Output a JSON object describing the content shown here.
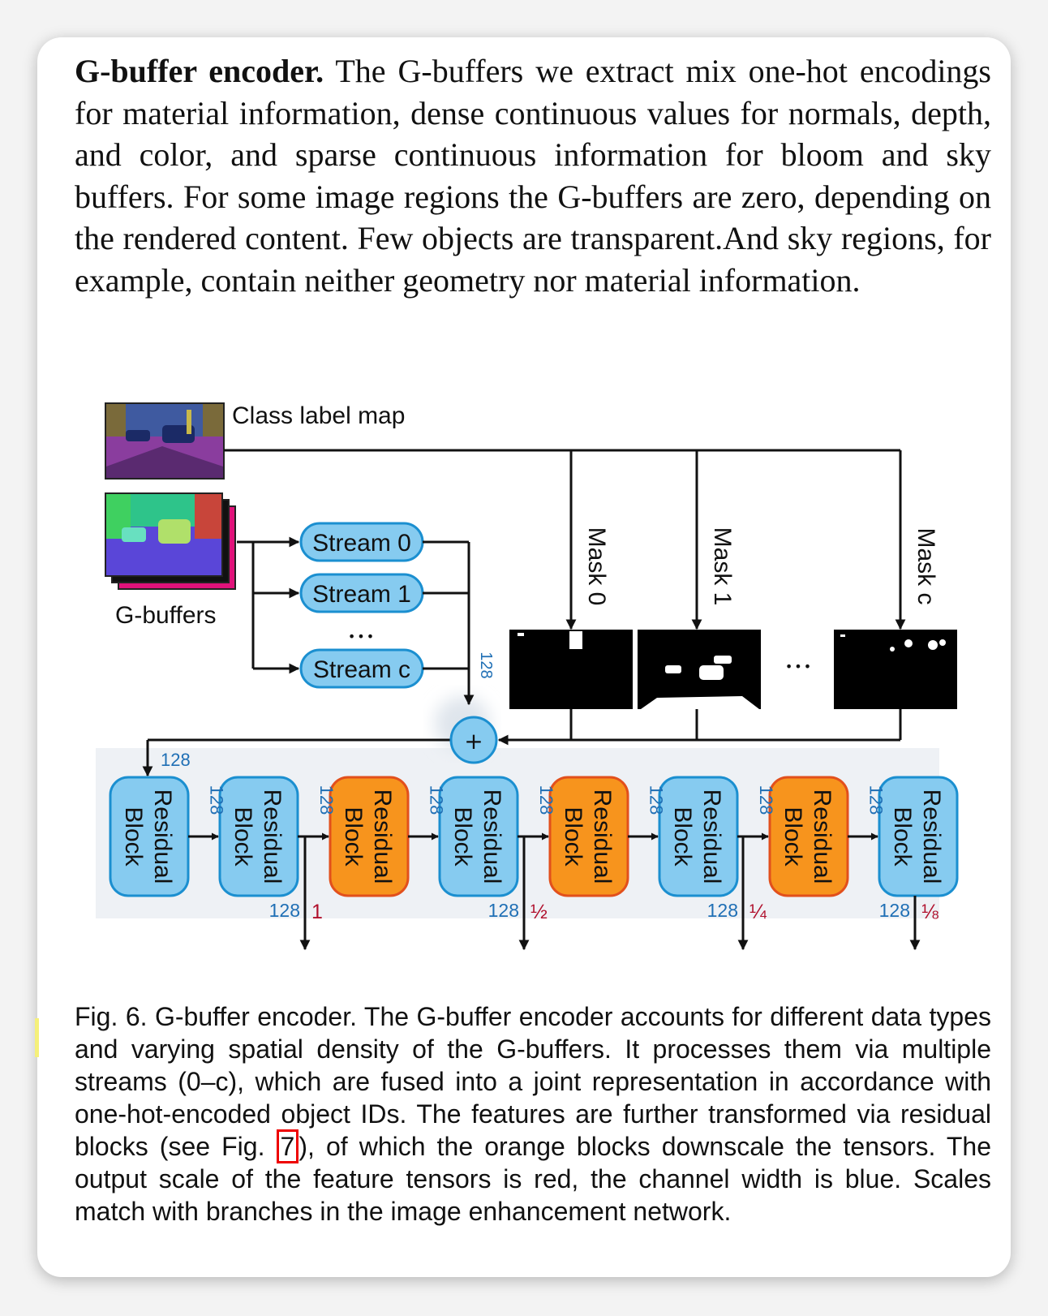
{
  "paragraph": {
    "heading": "G-buffer encoder.",
    "text": "The G-buffers we extract mix one-hot encodings for material information, dense continuous values for normals, depth, and color, and sparse continuous information for bloom and sky buffers. For some image regions the G-buffers are zero, depending on the rendered content. Few objects are transparent.And sky regions, for example, contain neither geometry nor material information."
  },
  "figure": {
    "class_label_map": "Class label map",
    "gbuffers": "G-buffers",
    "streams": [
      "Stream 0",
      "Stream 1",
      "Stream c"
    ],
    "stream_ellipsis": "•••",
    "masks": [
      "Mask 0",
      "Mask 1",
      "Mask c"
    ],
    "mask_ellipsis": "•••",
    "plus": "+",
    "stream_width": "128",
    "fused_width": "128",
    "blocks": [
      {
        "line1": "Residual",
        "line2": "Block",
        "downscale": false
      },
      {
        "line1": "Residual",
        "line2": "Block",
        "downscale": false
      },
      {
        "line1": "Residual",
        "line2": "Block",
        "downscale": true
      },
      {
        "line1": "Residual",
        "line2": "Block",
        "downscale": false
      },
      {
        "line1": "Residual",
        "line2": "Block",
        "downscale": true
      },
      {
        "line1": "Residual",
        "line2": "Block",
        "downscale": false
      },
      {
        "line1": "Residual",
        "line2": "Block",
        "downscale": true
      },
      {
        "line1": "Residual",
        "line2": "Block",
        "downscale": false
      }
    ],
    "between_widths": [
      "128",
      "128",
      "128",
      "128",
      "128",
      "128",
      "128"
    ],
    "outputs": [
      {
        "width": "128",
        "scale": "1"
      },
      {
        "width": "128",
        "scale": "½"
      },
      {
        "width": "128",
        "scale": "¼"
      },
      {
        "width": "128",
        "scale": "⅛"
      }
    ],
    "colors": {
      "blue_fill": "#86cbf0",
      "blue_stroke": "#1b8fd0",
      "orange_fill": "#f7941d",
      "orange_stroke": "#e2501c",
      "width_text": "#1f6fb5",
      "scale_text": "#b0102c"
    }
  },
  "caption": {
    "before_ref": "Fig. 6. G-buffer encoder. The G-buffer encoder accounts for different data types and varying spatial density of the G-buffers. It processes them via multiple streams (0–c), which are fused into a joint representation in accordance with one-hot-encoded object IDs. The features are further transformed via residual blocks (see Fig. ",
    "ref": "7",
    "after_ref": "), of which the orange blocks downscale the tensors. The output scale of the feature tensors is red, the channel width is blue. Scales match with branches in the image enhancement network."
  }
}
